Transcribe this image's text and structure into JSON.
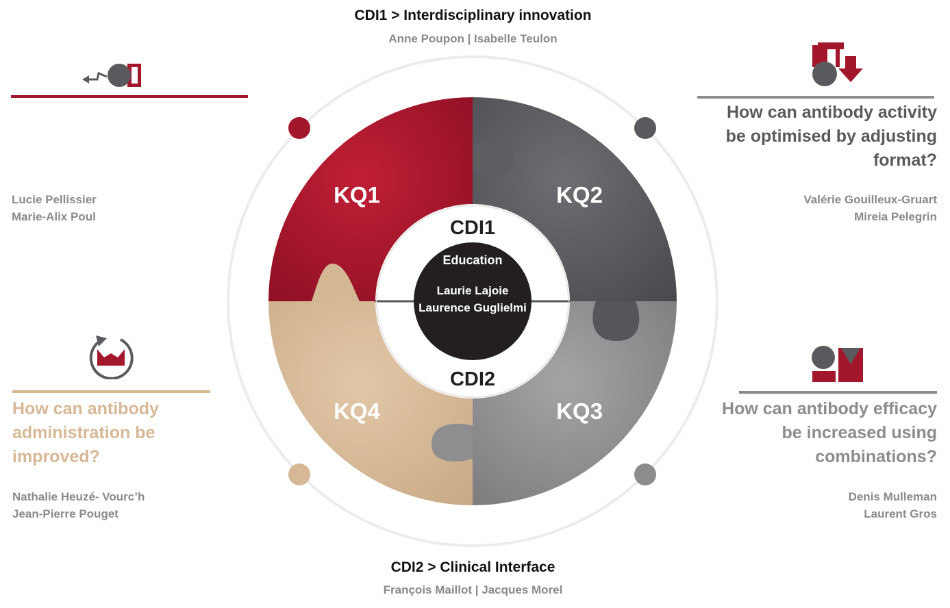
{
  "top": {
    "title": "CDI1 > Interdisciplinary innovation",
    "leads": "Anne Poupon | Isabelle Teulon"
  },
  "bottom": {
    "title": "CDI2 > Clinical Interface",
    "leads": "François Maillot | Jacques Morel"
  },
  "kq1": {
    "label": "KQ1",
    "leads": [
      "Lucie Pellissier",
      "Marie-Alix Poul"
    ],
    "icon": "target-hit-icon",
    "color": "#a3172c"
  },
  "kq2": {
    "label": "KQ2",
    "question": [
      "How can antibody activity",
      "be optimised by adjusting",
      "format?"
    ],
    "leads": [
      "Valérie Gouilleux-Gruart",
      "Mireia Pelegrin"
    ],
    "icon": "format-adjust-icon",
    "color": "#5a5a5e"
  },
  "kq3": {
    "label": "KQ3",
    "question": [
      "How can antibody efficacy",
      "be increased using",
      "combinations?"
    ],
    "leads": [
      "Denis Mulleman",
      "Laurent Gros"
    ],
    "icon": "combination-icon",
    "color": "#8c8c8e"
  },
  "kq4": {
    "label": "KQ4",
    "question": [
      "How can antibody",
      "administration be",
      "improved?"
    ],
    "leads": [
      "Nathalie Heuzé- Vourc’h",
      "Jean-Pierre Pouget"
    ],
    "icon": "administration-cycle-icon",
    "color": "#d6b896"
  },
  "center": {
    "cdi1": "CDI1",
    "cdi2": "CDI2",
    "education": "Education",
    "education_leads": [
      "Laurie Lajoie",
      "Laurence Guglielmi"
    ]
  }
}
